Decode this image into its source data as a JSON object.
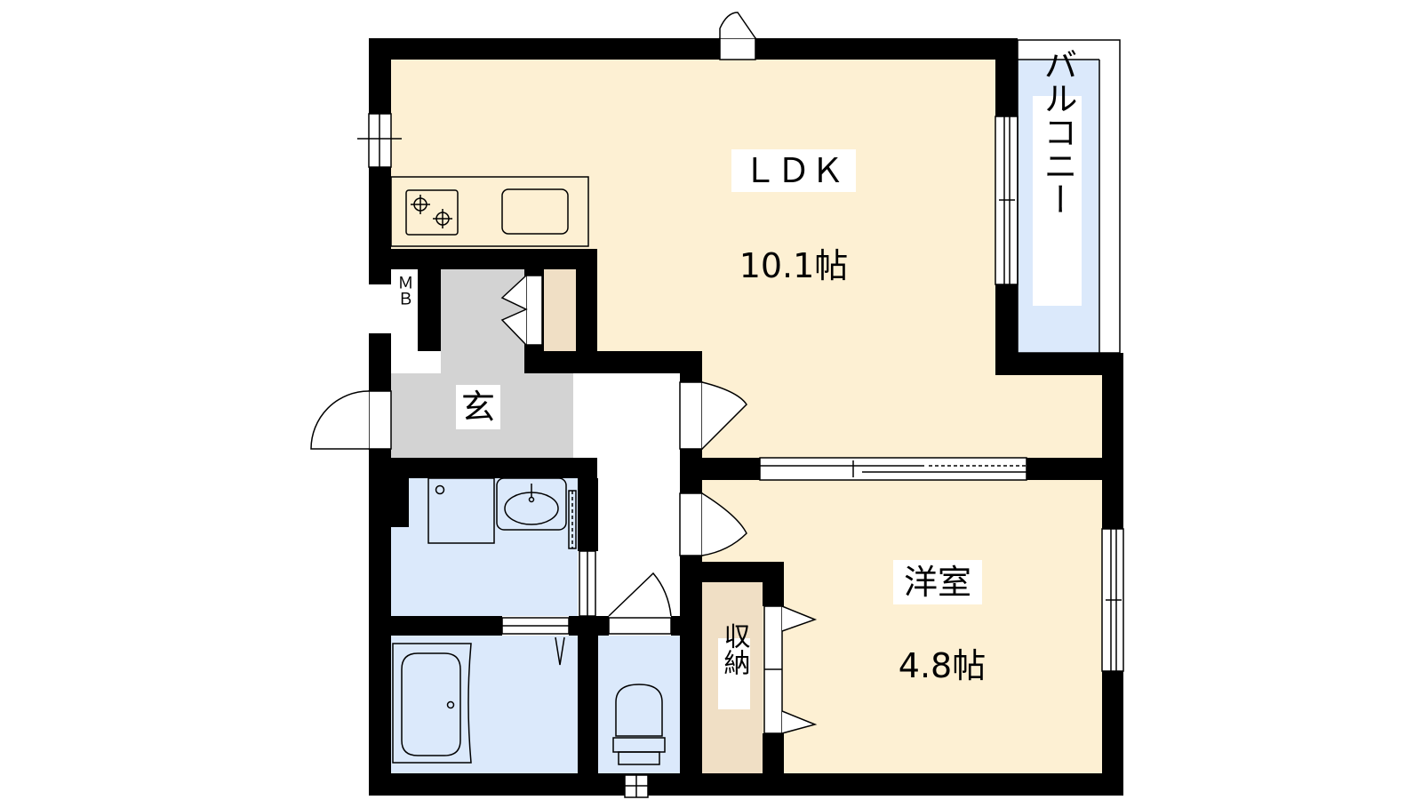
{
  "floor_plan": {
    "rooms": {
      "ldk": {
        "name": "ＬＤＫ",
        "area": "10.1帖"
      },
      "western_room": {
        "name": "洋室",
        "area": "4.8帖"
      },
      "entrance": {
        "name": "玄"
      },
      "balcony": {
        "name": "バルコニー"
      },
      "storage": {
        "name": "収納"
      },
      "meter_box": {
        "name": "ＭＢ"
      }
    },
    "colors": {
      "wall": "#000000",
      "living_floor": "#fdf0d3",
      "wet_area": "#dbe9fb",
      "entrance_floor": "#d3d3d3",
      "storage_floor": "#f0dfc5",
      "balcony": "#dbe9fb",
      "corridor": "#ffffff"
    },
    "icons": [
      "stove-icon",
      "sink-icon",
      "washbasin-icon",
      "bathtub-icon",
      "toilet-icon",
      "door-swing-icon",
      "window-icon",
      "sliding-door-icon"
    ]
  }
}
